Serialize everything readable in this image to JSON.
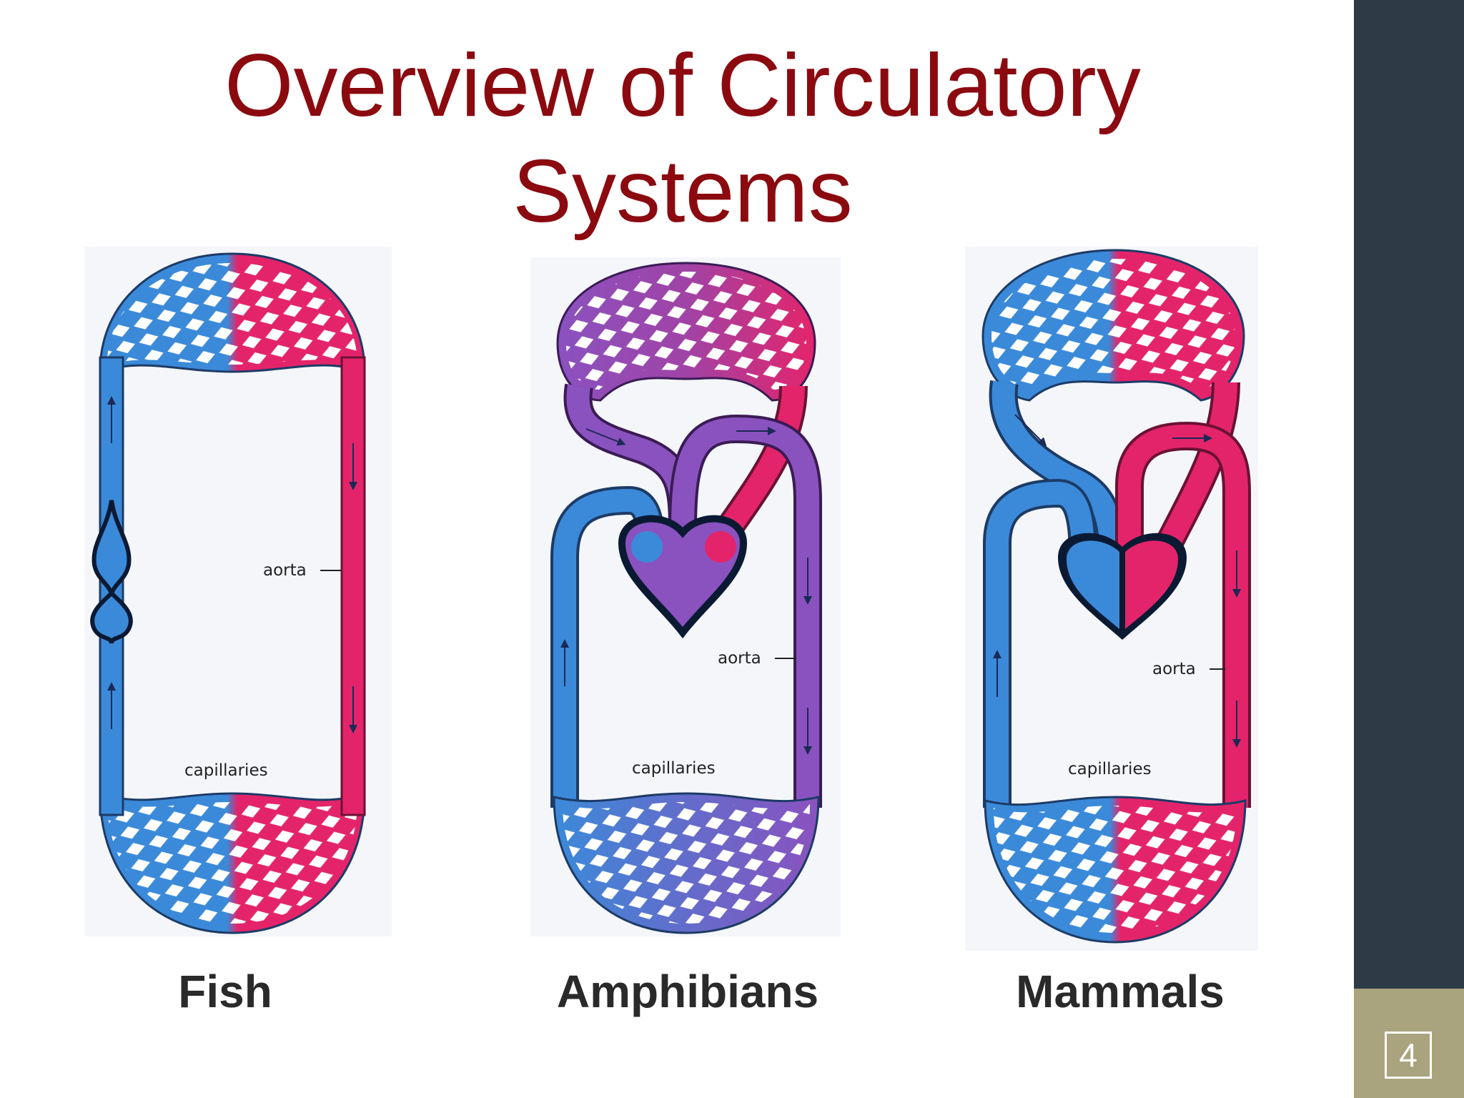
{
  "slide": {
    "title_line1": "Overview of Circulatory",
    "title_line2": "Systems",
    "slide_number": "4"
  },
  "colors": {
    "title": "#8b0a10",
    "deoxygenated": "#3b8ad9",
    "oxygenated": "#e4246a",
    "mixed": "#8a52bf",
    "sidebar": "#2f3a47",
    "sidebar_accent": "#a9a47d"
  },
  "panels": [
    {
      "caption": "Fish",
      "aorta_label": "aorta",
      "capillaries_label": "capillaries"
    },
    {
      "caption": "Amphibians",
      "aorta_label": "aorta",
      "capillaries_label": "capillaries"
    },
    {
      "caption": "Mammals",
      "aorta_label": "aorta",
      "capillaries_label": "capillaries"
    }
  ]
}
